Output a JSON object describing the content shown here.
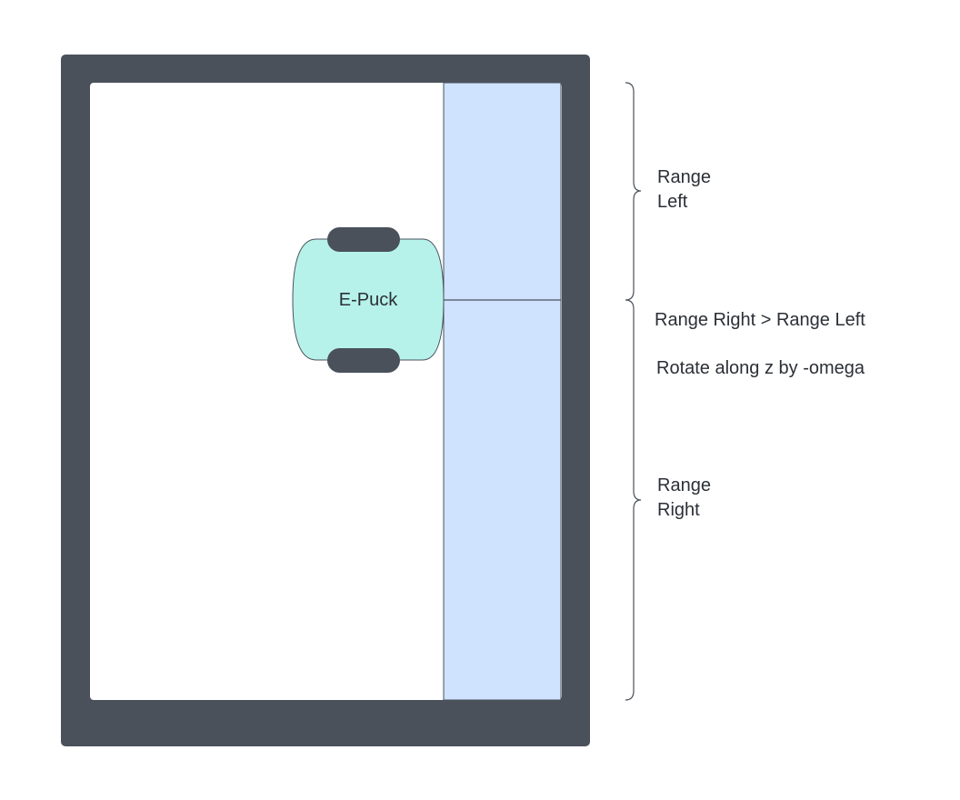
{
  "robot": {
    "label": "E-Puck"
  },
  "annotations": {
    "range_left": [
      "Range",
      "Left"
    ],
    "range_right": [
      "Range",
      "Right"
    ],
    "condition": "Range Right > Range Left",
    "action": "Rotate along z by -omega"
  },
  "colors": {
    "wall": "#4a515b",
    "floor": "#ffffff",
    "sensor_zone": "#cfe2fe",
    "robot_body": "#b6f2ea",
    "wheel": "#4a515b",
    "text": "#2b2f36"
  }
}
